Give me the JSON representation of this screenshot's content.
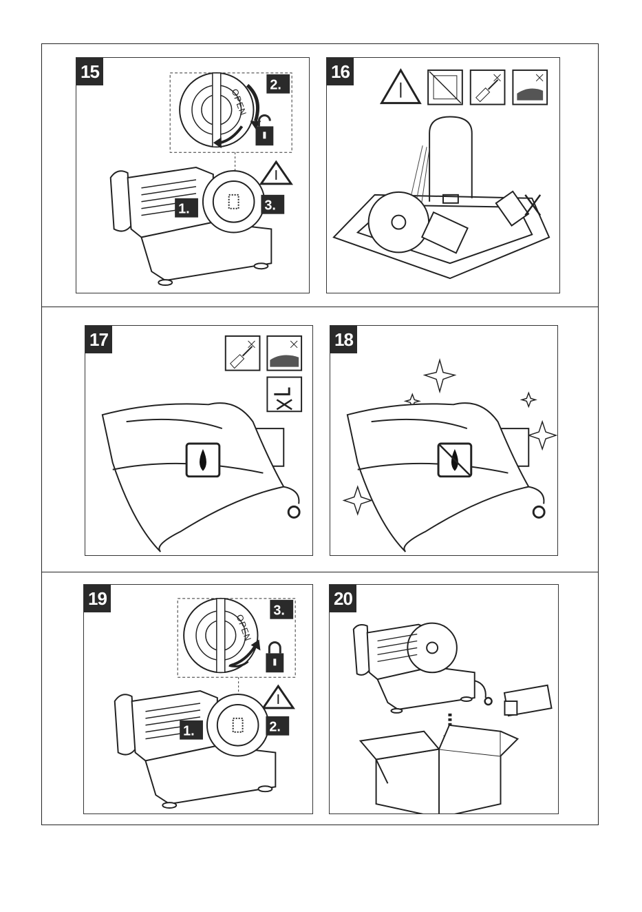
{
  "panels": [
    {
      "number": "15",
      "steps": [
        "1.",
        "2.",
        "3."
      ],
      "dial_text": "OPEN"
    },
    {
      "number": "16"
    },
    {
      "number": "17"
    },
    {
      "number": "18"
    },
    {
      "number": "19",
      "steps": [
        "1.",
        "2.",
        "3."
      ],
      "dial_text": "OPEN"
    },
    {
      "number": "20"
    }
  ]
}
